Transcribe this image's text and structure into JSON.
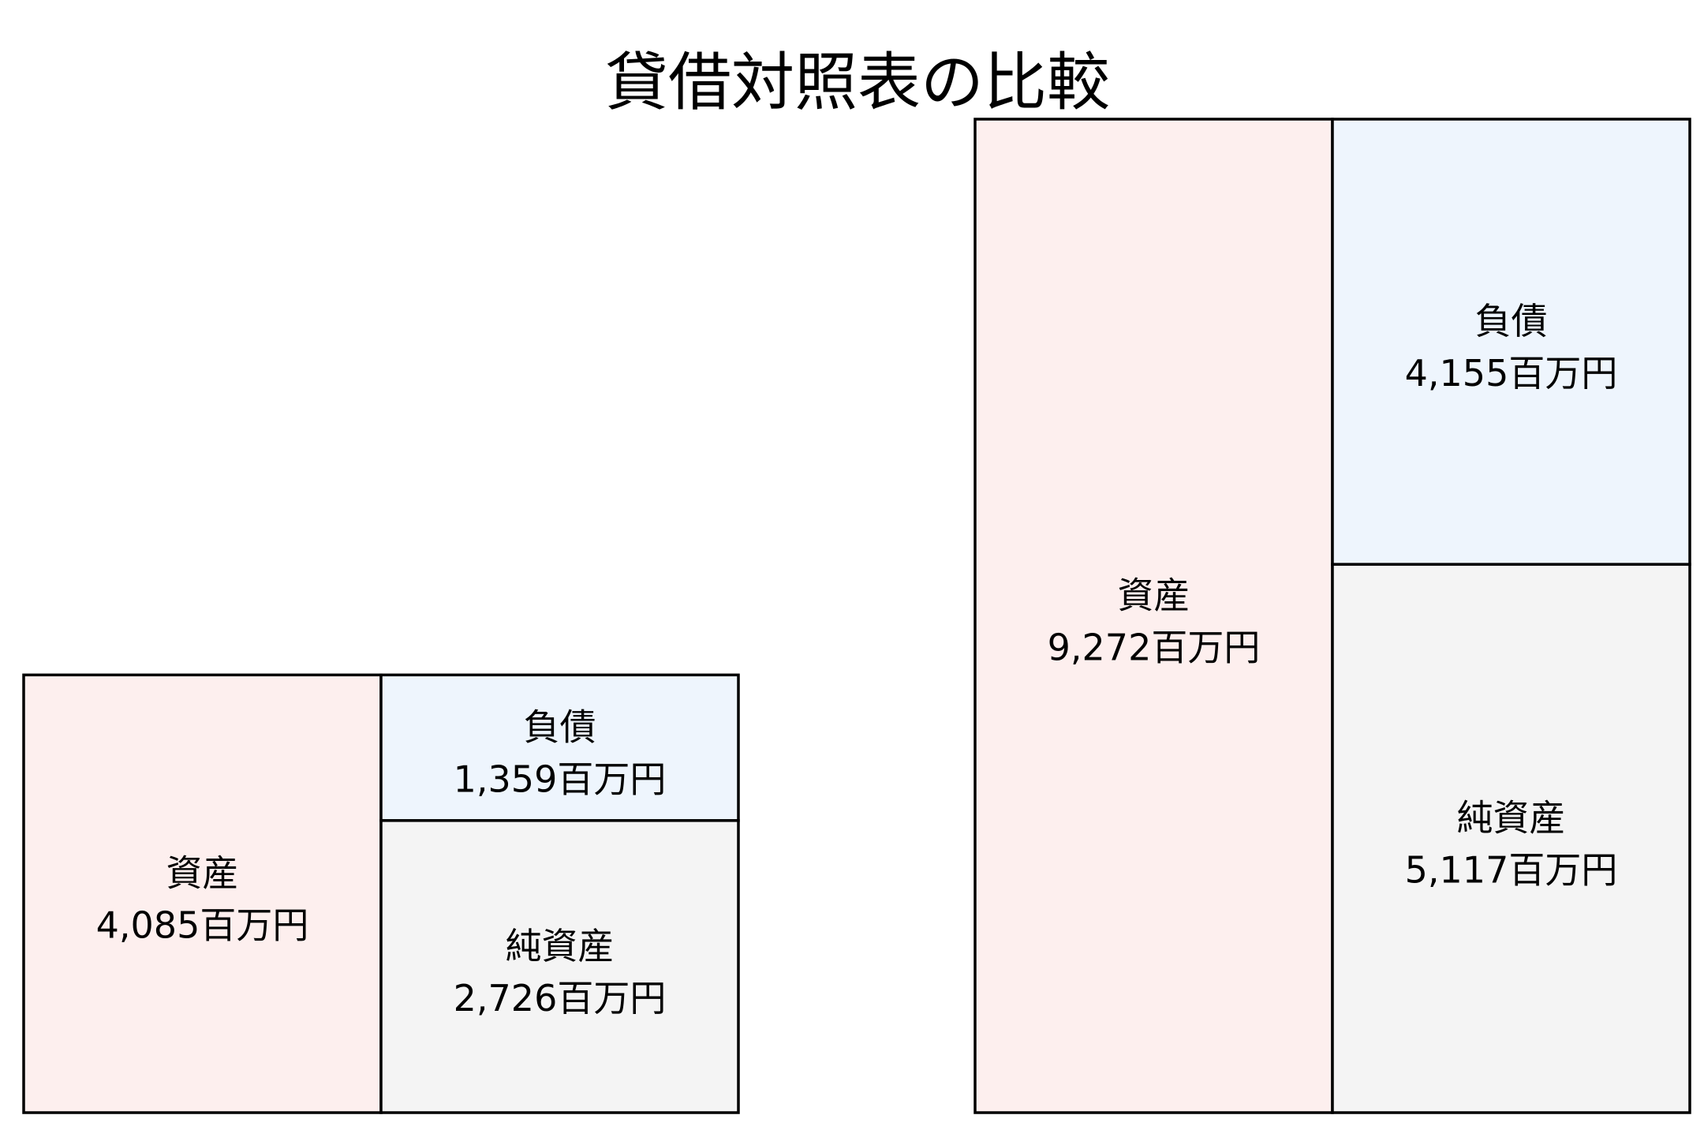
{
  "chart_data": {
    "type": "stacked-area-boxes",
    "title": "貸借対照表の比較",
    "unit": "百万円",
    "panels": [
      {
        "assets": {
          "label": "資産",
          "value": 4085,
          "display": "4,085百万円"
        },
        "liabilities": {
          "label": "負債",
          "value": 1359,
          "display": "1,359百万円"
        },
        "net_assets": {
          "label": "純資産",
          "value": 2726,
          "display": "2,726百万円"
        }
      },
      {
        "assets": {
          "label": "資産",
          "value": 9272,
          "display": "9,272百万円"
        },
        "liabilities": {
          "label": "負債",
          "value": 4155,
          "display": "4,155百万円"
        },
        "net_assets": {
          "label": "純資産",
          "value": 5117,
          "display": "5,117百万円"
        }
      }
    ],
    "colors": {
      "assets": "#fdefee",
      "liabilities": "#eef5fd",
      "net_assets": "#f4f4f4",
      "border": "#000000"
    }
  }
}
